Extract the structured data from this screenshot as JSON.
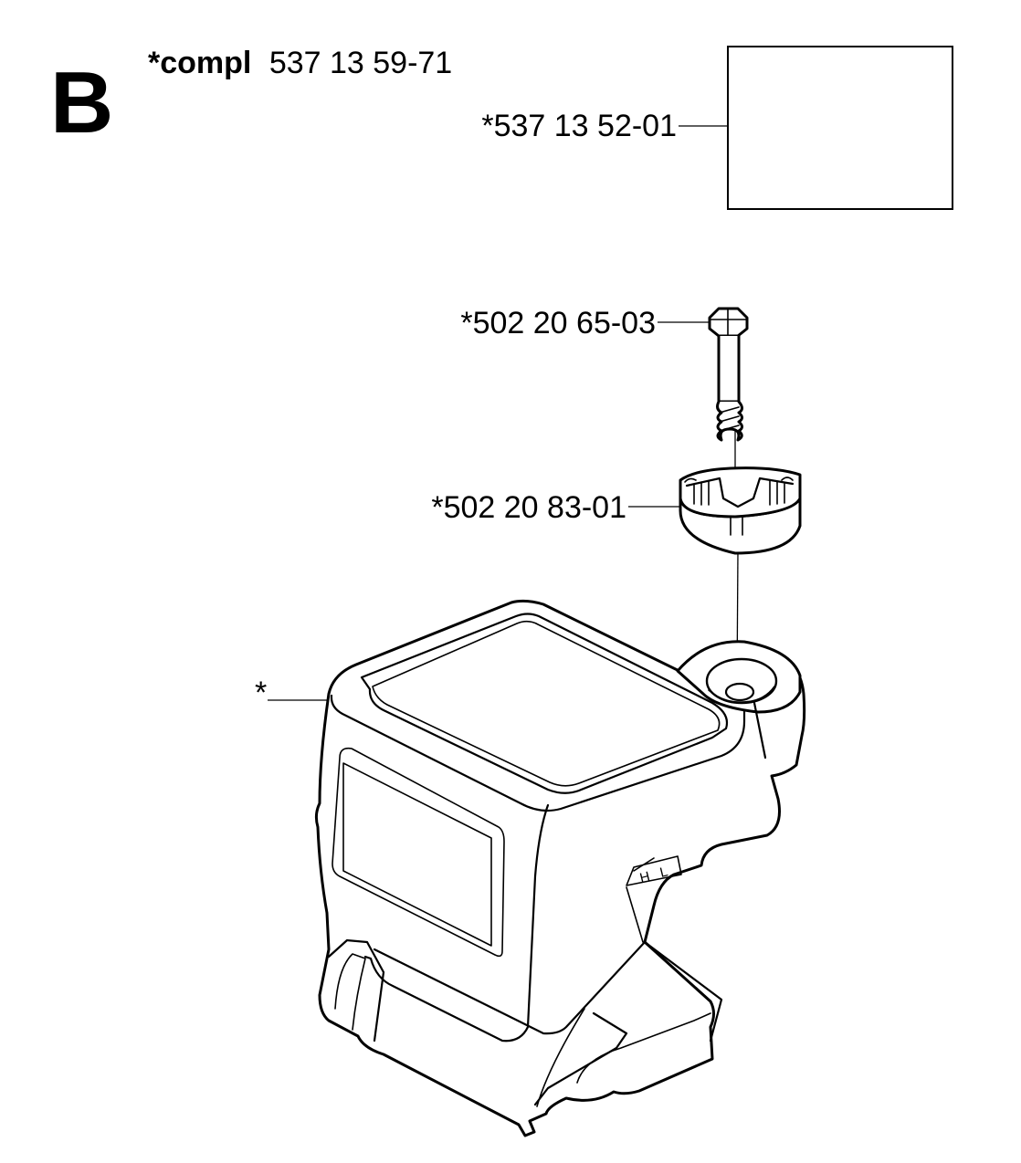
{
  "section_letter": "B",
  "assembly": {
    "prefix": "*compl",
    "part_number": "537 13 59-71"
  },
  "callouts": {
    "label_box": "*537 13 52-01",
    "screw": "*502 20 65-03",
    "nut": "*502 20 83-01",
    "cover": "*"
  },
  "cover_marking": {
    "h": "H",
    "l": "L"
  }
}
